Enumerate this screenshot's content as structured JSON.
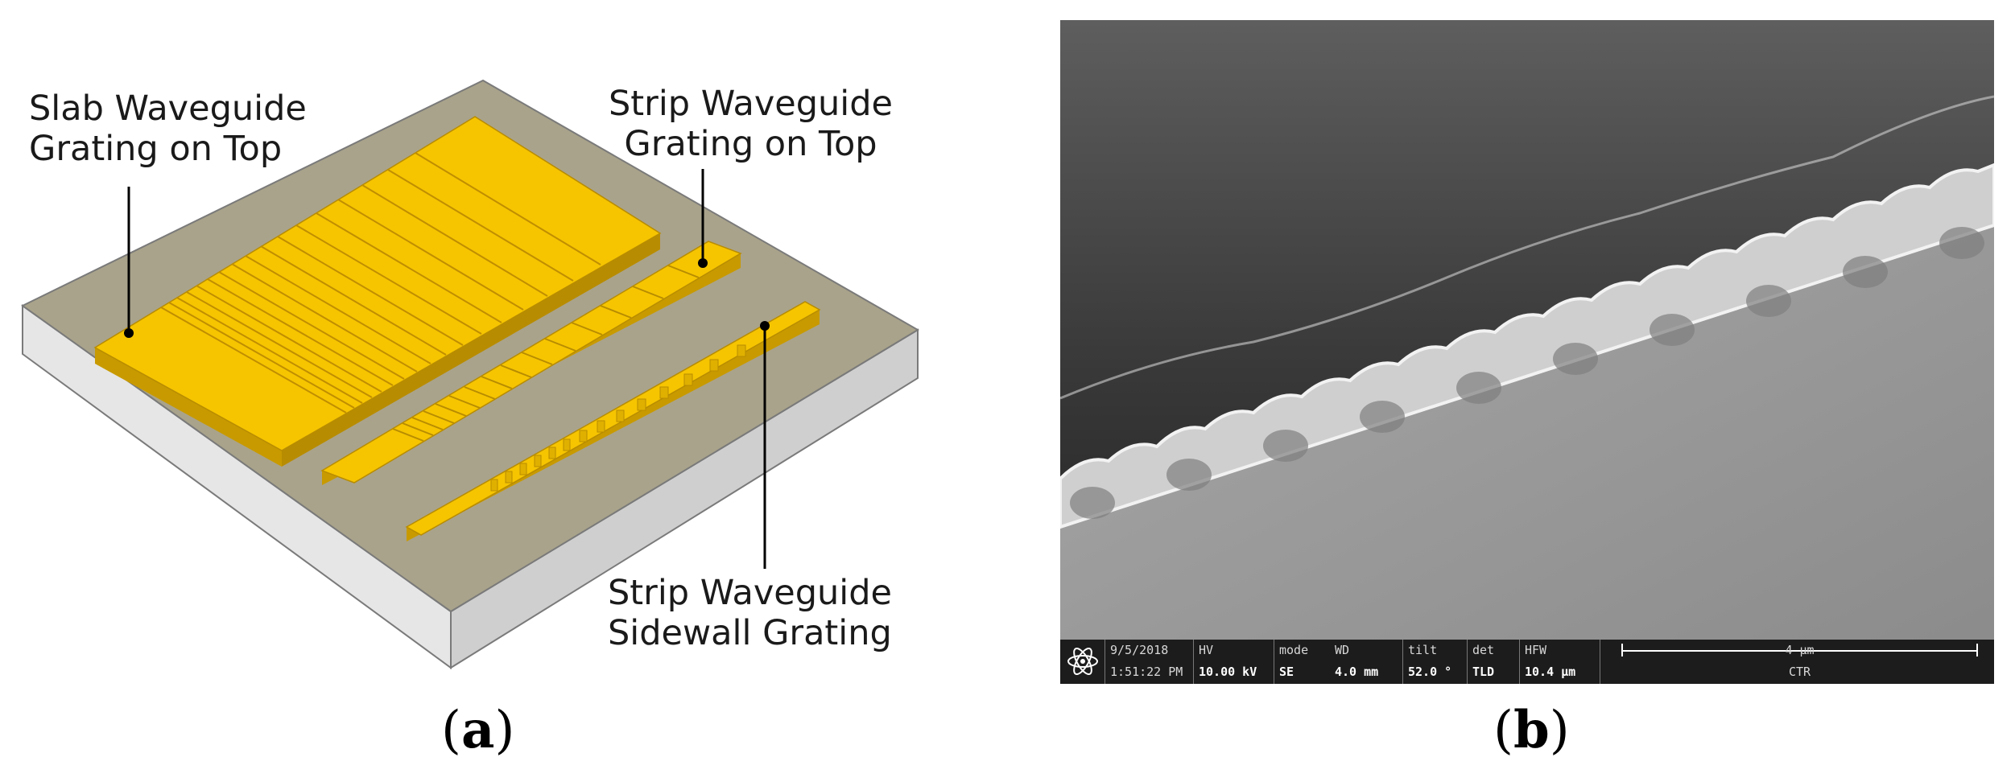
{
  "panel_a": {
    "caption_letter": "a",
    "labels": {
      "slab_line1": "Slab Waveguide",
      "slab_line2": "Grating on Top",
      "strip_top_line1": "Strip Waveguide",
      "strip_top_line2": "Grating on Top",
      "strip_side_line1": "Strip Waveguide",
      "strip_side_line2": "Sidewall Grating"
    },
    "colors": {
      "gold": "#F6C500",
      "gold_dark": "#C89A00",
      "substrate_top": "#A8A28A",
      "substrate_side": "#DADADA"
    }
  },
  "panel_b": {
    "caption_letter": "b",
    "sem_info": {
      "date": "9/5/2018",
      "time": "1:51:22 PM",
      "hv_label": "HV",
      "hv_value": "10.00 kV",
      "mode_label": "mode",
      "mode_value": "SE",
      "wd_label": "WD",
      "wd_value": "4.0 mm",
      "tilt_label": "tilt",
      "tilt_value": "52.0 °",
      "det_label": "det",
      "det_value": "TLD",
      "hfw_label": "HFW",
      "hfw_value": "10.4 µm",
      "scale_label": "4 µm",
      "ctr_label": "CTR"
    },
    "icon": "atom-logo-icon"
  }
}
